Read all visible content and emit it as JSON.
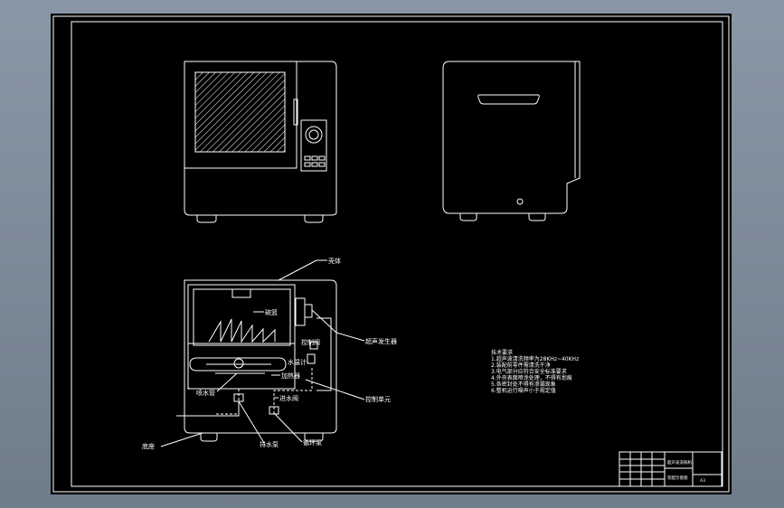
{
  "drawing": {
    "labels": {
      "shell": "壳体",
      "basket": "碗篮",
      "ultrasonic_generator": "超声发生器",
      "control_valve": "控制阀",
      "water_temp": "水温计",
      "drain_pump": "排水泵",
      "control_unit": "控制单元",
      "nozzle": "喷水管",
      "heater": "加热器",
      "water_inlet_valve": "进水阀",
      "filter_pump": "循环泵",
      "base": "底座"
    },
    "notes": [
      "技术要求",
      "1.超声波清洗频率为28KHz~40KHz",
      "2.装配前零件需清洗干净",
      "3.电气部分应符合安全标准要求",
      "4.外壳表面喷涂处理，不得有划痕",
      "5.各密封处不得有渗漏现象",
      "6.整机运行噪声小于规定值"
    ],
    "title_block": {
      "title": "超声波洗碗机",
      "subtitle": "装配示意图",
      "sheet": "A3"
    }
  }
}
